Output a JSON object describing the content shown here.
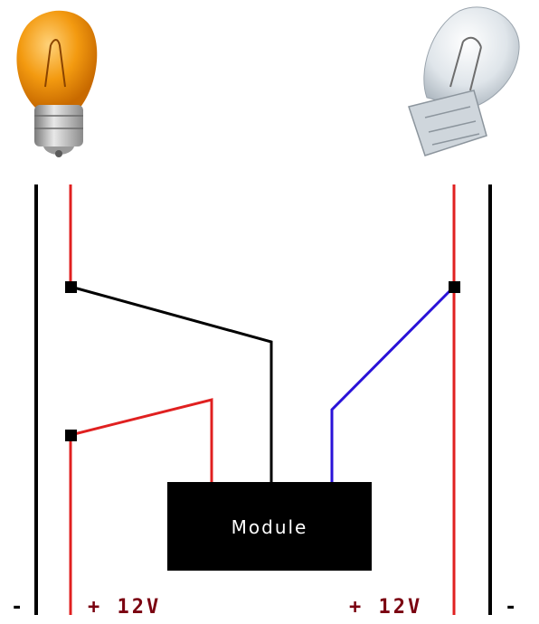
{
  "module": {
    "label": "Module"
  },
  "terminals": {
    "left_negative": "-",
    "left_positive": "+ 12V",
    "right_positive": "+ 12V",
    "right_negative": "-"
  },
  "colors": {
    "wire_red": "#e02020",
    "wire_black": "#000000",
    "wire_blue": "#2a12d8",
    "label_dark_red": "#7a0010",
    "bulb_amber": "#f08a00",
    "bulb_clear": "#d8dde2",
    "bulb_base": "#b8b8b8"
  },
  "icons": {
    "left_bulb": "amber-bayonet-bulb-icon",
    "right_bulb": "clear-wedge-bulb-icon"
  }
}
